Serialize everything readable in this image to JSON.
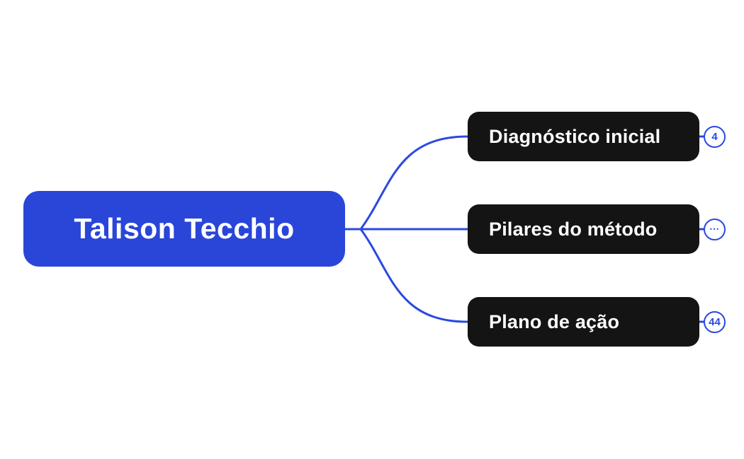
{
  "canvas": {
    "background_color": "#ffffff"
  },
  "mindmap": {
    "root": {
      "label": "Talison Tecchio",
      "bg_color": "#2a46d8",
      "text_color": "#ffffff"
    },
    "children": [
      {
        "label": "Diagnóstico inicial",
        "badge": "4",
        "badge_type": "child-count"
      },
      {
        "label": "Pilares do método",
        "badge": "⋯",
        "badge_type": "ellipsis"
      },
      {
        "label": "Plano de ação",
        "badge": "44",
        "badge_type": "child-count"
      }
    ],
    "colors": {
      "child_bg": "#141414",
      "child_text": "#ffffff",
      "connector": "#2b49de",
      "badge_border": "#2b49de",
      "badge_bg": "#ffffff",
      "badge_text": "#2b49de"
    }
  }
}
